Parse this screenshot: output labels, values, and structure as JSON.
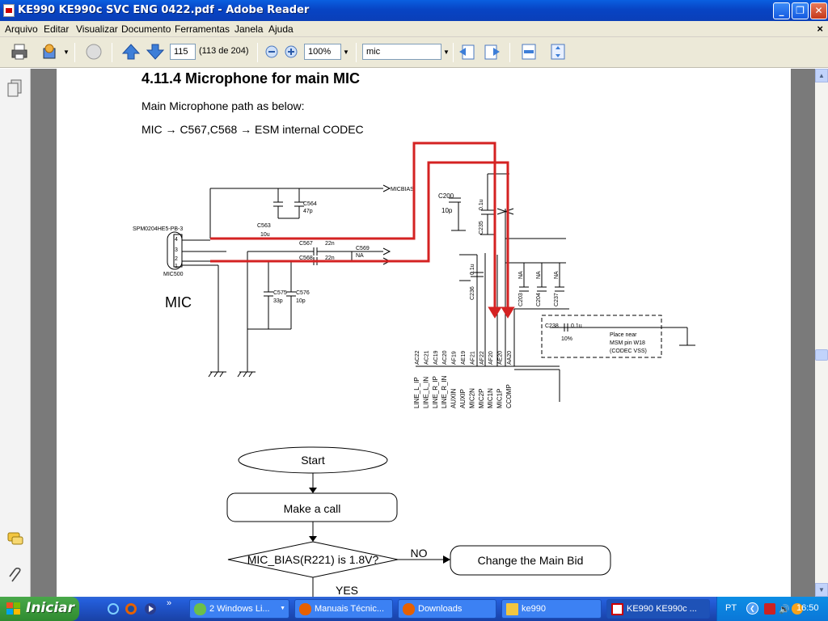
{
  "window": {
    "title": "KE990 KE990c SVC ENG 0422.pdf - Adobe Reader"
  },
  "menu": [
    "Arquivo",
    "Editar",
    "Visualizar",
    "Documento",
    "Ferramentas",
    "Janela",
    "Ajuda"
  ],
  "toolbar": {
    "page_number": "115",
    "page_count": "(113 de 204)",
    "zoom": "100%",
    "search_value": "mic"
  },
  "document": {
    "heading": "4.11.4 Microphone for main MIC",
    "path_intro": "Main Microphone path as below:",
    "path_chain": "MIC → C567,C568 → ESM internal CODEC",
    "mic_label": "MIC",
    "schematic": {
      "part": "SPM0204HE5-PB-3",
      "ref": "MIC500",
      "micbias": "MICBIAS",
      "caps": [
        {
          "ref": "C563",
          "val": "10u"
        },
        {
          "ref": "C564",
          "val": "47p"
        },
        {
          "ref": "C567",
          "val": "22n"
        },
        {
          "ref": "C568",
          "val": "22n"
        },
        {
          "ref": "C569",
          "val": "NA"
        },
        {
          "ref": "C575",
          "val": "33p"
        },
        {
          "ref": "C576",
          "val": "10p"
        },
        {
          "ref": "C200",
          "val": "10p"
        },
        {
          "ref": "C235",
          "val": "0.1u"
        },
        {
          "ref": "C236",
          "val": "0.1u"
        },
        {
          "ref": "C203",
          "val": "NA"
        },
        {
          "ref": "C204",
          "val": "NA"
        },
        {
          "ref": "C237",
          "val": "NA"
        },
        {
          "ref": "C238",
          "val": "0.1u"
        }
      ],
      "c238_tol": "10%",
      "note": [
        "Place near",
        "MSM pin W18",
        "(CODEC VSS)"
      ],
      "pins": [
        "AC22",
        "AC21",
        "AC19",
        "AC20",
        "AF19",
        "AE19",
        "AF21",
        "AF22",
        "AF20",
        "AE20",
        "AA20"
      ],
      "signals": [
        "LINE_L_IP",
        "LINE_L_IN",
        "LINE_R_IP",
        "LINE_R_IN",
        "AUXIN",
        "AUXIP",
        "MIC2N",
        "MIC2P",
        "MIC1N",
        "MIC1P",
        "CCOMP"
      ],
      "micpin_labels": [
        "4",
        "3",
        "2",
        "1"
      ]
    },
    "flowchart": {
      "start": "Start",
      "step1": "Make a call",
      "decision": "MIC_BIAS(R221) is 1.8V?",
      "no_label": "NO",
      "no_action": "Change the Main Bid",
      "yes_label": "YES"
    }
  },
  "taskbar": {
    "start": "Iniciar",
    "tasks": [
      "2 Windows Li...",
      "Manuais Técnic...",
      "Downloads",
      "ke990",
      "KE990 KE990c ..."
    ],
    "lang": "PT",
    "time": "16:50"
  },
  "colors": {
    "titlebar": "#0a4fd0",
    "highlight_path": "#d42222",
    "taskbar": "#245edb",
    "start": "#3c9a3d"
  }
}
